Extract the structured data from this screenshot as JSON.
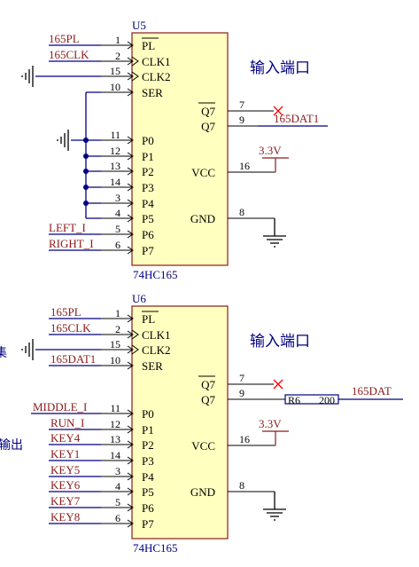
{
  "chip1": {
    "ref": "U5",
    "part": "74HC165",
    "annotation": "输入端口",
    "q7_net": "165DAT1",
    "vcc_label": "3.3V",
    "left_pins": [
      {
        "num": "1",
        "name": "PL",
        "overline": true,
        "net": "165PL"
      },
      {
        "num": "2",
        "name": "CLK1",
        "overline": false,
        "net": "165CLK"
      },
      {
        "num": "15",
        "name": "CLK2",
        "overline": false,
        "net": ""
      },
      {
        "num": "10",
        "name": "SER",
        "overline": false,
        "net": ""
      },
      {
        "num": "11",
        "name": "P0",
        "overline": false,
        "net": ""
      },
      {
        "num": "12",
        "name": "P1",
        "overline": false,
        "net": ""
      },
      {
        "num": "13",
        "name": "P2",
        "overline": false,
        "net": ""
      },
      {
        "num": "14",
        "name": "P3",
        "overline": false,
        "net": ""
      },
      {
        "num": "3",
        "name": "P4",
        "overline": false,
        "net": ""
      },
      {
        "num": "4",
        "name": "P5",
        "overline": false,
        "net": ""
      },
      {
        "num": "5",
        "name": "P6",
        "overline": false,
        "net": "LEFT_I"
      },
      {
        "num": "6",
        "name": "P7",
        "overline": false,
        "net": "RIGHT_I"
      }
    ],
    "right_pins": [
      {
        "num": "7",
        "name": "Q7",
        "overline": true
      },
      {
        "num": "9",
        "name": "Q7",
        "overline": false
      },
      {
        "num": "16",
        "name": "VCC",
        "overline": false
      },
      {
        "num": "8",
        "name": "GND",
        "overline": false
      }
    ]
  },
  "chip2": {
    "ref": "U6",
    "part": "74HC165",
    "annotation": "输入端口",
    "q7_net": "165DAT",
    "resistor_ref": "R6",
    "resistor_value": "200",
    "vcc_label": "3.3V",
    "left_pins": [
      {
        "num": "1",
        "name": "PL",
        "overline": true,
        "net": "165PL"
      },
      {
        "num": "2",
        "name": "CLK1",
        "overline": false,
        "net": "165CLK"
      },
      {
        "num": "15",
        "name": "CLK2",
        "overline": false,
        "net": ""
      },
      {
        "num": "10",
        "name": "SER",
        "overline": false,
        "net": "165DAT1"
      },
      {
        "num": "11",
        "name": "P0",
        "overline": false,
        "net": "MIDDLE_I"
      },
      {
        "num": "12",
        "name": "P1",
        "overline": false,
        "net": "RUN_I"
      },
      {
        "num": "13",
        "name": "P2",
        "overline": false,
        "net": "KEY4"
      },
      {
        "num": "14",
        "name": "P3",
        "overline": false,
        "net": "KEY1"
      },
      {
        "num": "3",
        "name": "P4",
        "overline": false,
        "net": "KEY5"
      },
      {
        "num": "4",
        "name": "P5",
        "overline": false,
        "net": "KEY6"
      },
      {
        "num": "5",
        "name": "P6",
        "overline": false,
        "net": "KEY7"
      },
      {
        "num": "6",
        "name": "P7",
        "overline": false,
        "net": "KEY8"
      }
    ],
    "right_pins": [
      {
        "num": "7",
        "name": "Q7",
        "overline": true
      },
      {
        "num": "9",
        "name": "Q7",
        "overline": false
      },
      {
        "num": "16",
        "name": "VCC",
        "overline": false
      },
      {
        "num": "8",
        "name": "GND",
        "overline": false
      }
    ]
  },
  "side_text": {
    "upper": "集",
    "lower": "输出"
  },
  "colors": {
    "chip_fill": "#ffffc0",
    "chip_border": "#8b1a1a",
    "net_wire": "#000080",
    "label_text": "#8b1a1a",
    "no_connect": "#ff0000"
  }
}
